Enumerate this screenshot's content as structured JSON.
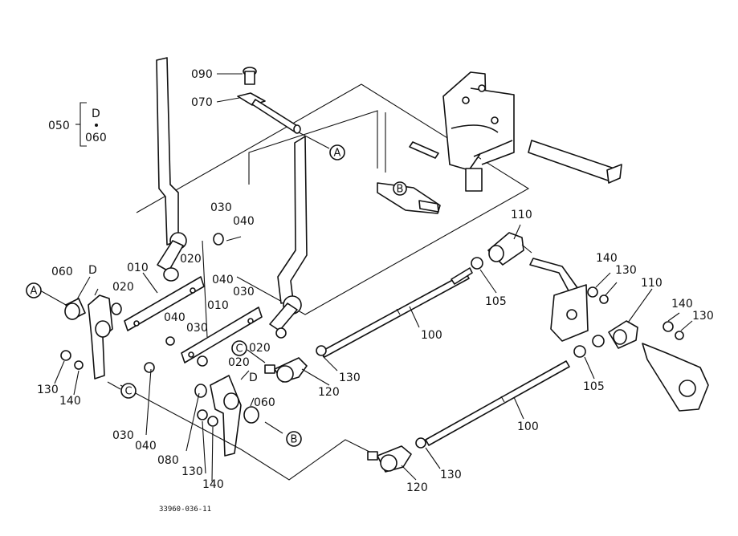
{
  "diagram": {
    "drawing_number": "33960-036-11",
    "group_050": {
      "label": "050",
      "top": "D",
      "bottom": "060"
    },
    "reference_markers": [
      "A",
      "B",
      "C"
    ],
    "labels": {
      "p090": "090",
      "p070": "070",
      "p030a": "030",
      "p040a": "040",
      "p020a": "020",
      "p060a": "060",
      "pDa": "D",
      "p020b": "020",
      "p010a": "010",
      "p040b": "040",
      "p030b": "030",
      "p010b": "010",
      "p040c": "040",
      "p030c": "030",
      "p020c": "020",
      "p020d": "020",
      "p130a": "130",
      "p140a": "140",
      "p030d": "030",
      "p040d": "040",
      "p080": "080",
      "p130b": "130",
      "p140b": "140",
      "pDb": "D",
      "p060b": "060",
      "p110a": "110",
      "p105a": "105",
      "p100a": "100",
      "p130c": "130",
      "p120a": "120",
      "p140c": "140",
      "p130d": "130",
      "p110b": "110",
      "p140d": "140",
      "p130e": "130",
      "p105b": "105",
      "p100b": "100",
      "p120b": "120",
      "p130f": "130"
    }
  }
}
